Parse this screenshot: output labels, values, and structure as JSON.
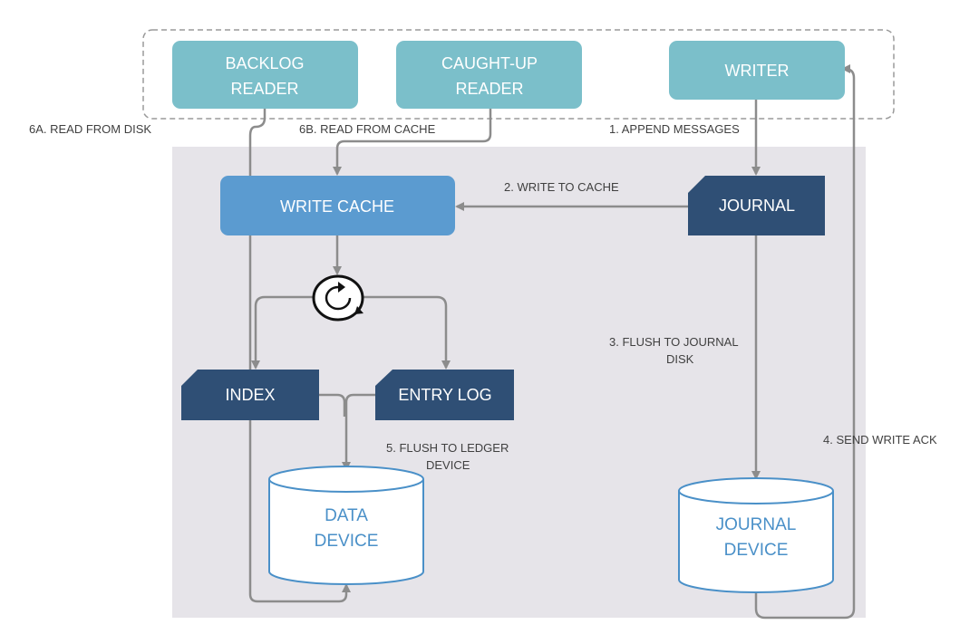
{
  "nodes": {
    "backlog_reader": {
      "line1": "BACKLOG",
      "line2": "READER"
    },
    "caught_up_reader": {
      "line1": "CAUGHT-UP",
      "line2": "READER"
    },
    "writer": {
      "label": "WRITER"
    },
    "write_cache": {
      "label": "WRITE CACHE"
    },
    "journal": {
      "label": "JOURNAL"
    },
    "index": {
      "label": "INDEX"
    },
    "entry_log": {
      "label": "ENTRY LOG"
    },
    "data_device": {
      "line1": "DATA",
      "line2": "DEVICE"
    },
    "journal_device": {
      "line1": "JOURNAL",
      "line2": "DEVICE"
    }
  },
  "edges": {
    "read_from_disk": "6A. READ FROM DISK",
    "read_from_cache": "6B. READ FROM CACHE",
    "append_messages": "1. APPEND MESSAGES",
    "write_to_cache": "2. WRITE TO CACHE",
    "flush_journal_line1": "3. FLUSH TO JOURNAL",
    "flush_journal_line2": "DISK",
    "send_write_ack": "4. SEND WRITE ACK",
    "flush_ledger_line1": "5. FLUSH TO LEDGER",
    "flush_ledger_line2": "DEVICE"
  },
  "colors": {
    "reader_teal": "#7bbfca",
    "cache_blue": "#5b9bd0",
    "storage_navy": "#2f4f75",
    "panel_gray": "#e6e4e9",
    "connector_gray": "#8c8c8c",
    "device_text_blue": "#4a90c8"
  },
  "icons": {
    "compaction": "sync-cycle-icon"
  }
}
